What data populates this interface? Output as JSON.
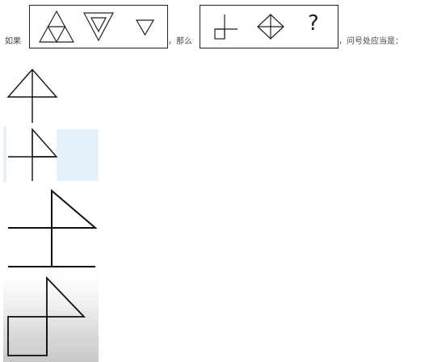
{
  "question": {
    "prefix": "如果",
    "middle": "，那么",
    "suffix": "，问号处应当是：",
    "question_mark": "?"
  },
  "figures": {
    "group1": [
      "triangle-subdivided-icon",
      "inverted-nested-triangle-icon",
      "small-inverted-triangle-icon"
    ],
    "group2": [
      "cross-square-icon",
      "diamond-cross-icon",
      "question-mark"
    ]
  },
  "options": [
    {
      "name": "option-1",
      "icon": "triangle-over-cross-icon"
    },
    {
      "name": "option-2",
      "icon": "cross-with-right-triangle-icon"
    },
    {
      "name": "option-3",
      "icon": "large-triangle-on-cross-icon"
    },
    {
      "name": "option-4",
      "icon": "square-and-triangle-icon"
    }
  ]
}
